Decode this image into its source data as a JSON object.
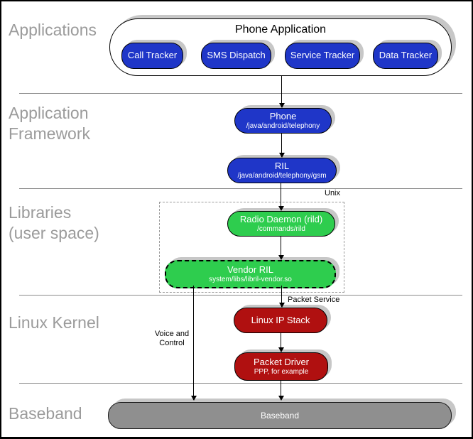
{
  "colors": {
    "blue_node": "#1f36c8",
    "green_node": "#2ecd4e",
    "red_node": "#b01010",
    "baseband_gray": "#8f8f8f",
    "shadow_gray": "#c7c7c7",
    "section_label_gray": "#9b9b9b",
    "divider_gray": "#8a8a8a"
  },
  "section_labels": {
    "applications": "Applications",
    "application_framework_line1": "Application",
    "application_framework_line2": "Framework",
    "libraries_line1": "Libraries",
    "libraries_line2": "(user space)",
    "linux_kernel": "Linux Kernel",
    "baseband": "Baseband"
  },
  "applications": {
    "container_title": "Phone Application",
    "apps": [
      {
        "label": "Call Tracker"
      },
      {
        "label": "SMS Dispatch"
      },
      {
        "label": "Service Tracker"
      },
      {
        "label": "Data Tracker"
      }
    ]
  },
  "framework": {
    "phone": {
      "title": "Phone",
      "subtitle": "/java/android/telephony"
    },
    "ril": {
      "title": "RIL",
      "subtitle": "/java/android/telephony/gsm"
    }
  },
  "libraries": {
    "unix_label": "Unix",
    "radio_daemon": {
      "title": "Radio Daemon (rild)",
      "subtitle": "/commands/rild"
    },
    "vendor_ril": {
      "title": "Vendor RIL",
      "subtitle": "system/libs/libril-vendor.so"
    }
  },
  "kernel": {
    "ip_stack": {
      "title": "Linux IP Stack"
    },
    "packet_driver": {
      "title": "Packet Driver",
      "subtitle": "PPP, for example"
    }
  },
  "baseband": {
    "bar_label": "Baseband"
  },
  "edge_labels": {
    "voice_control_line1": "Voice and",
    "voice_control_line2": "Control",
    "packet_service": "Packet Service"
  }
}
